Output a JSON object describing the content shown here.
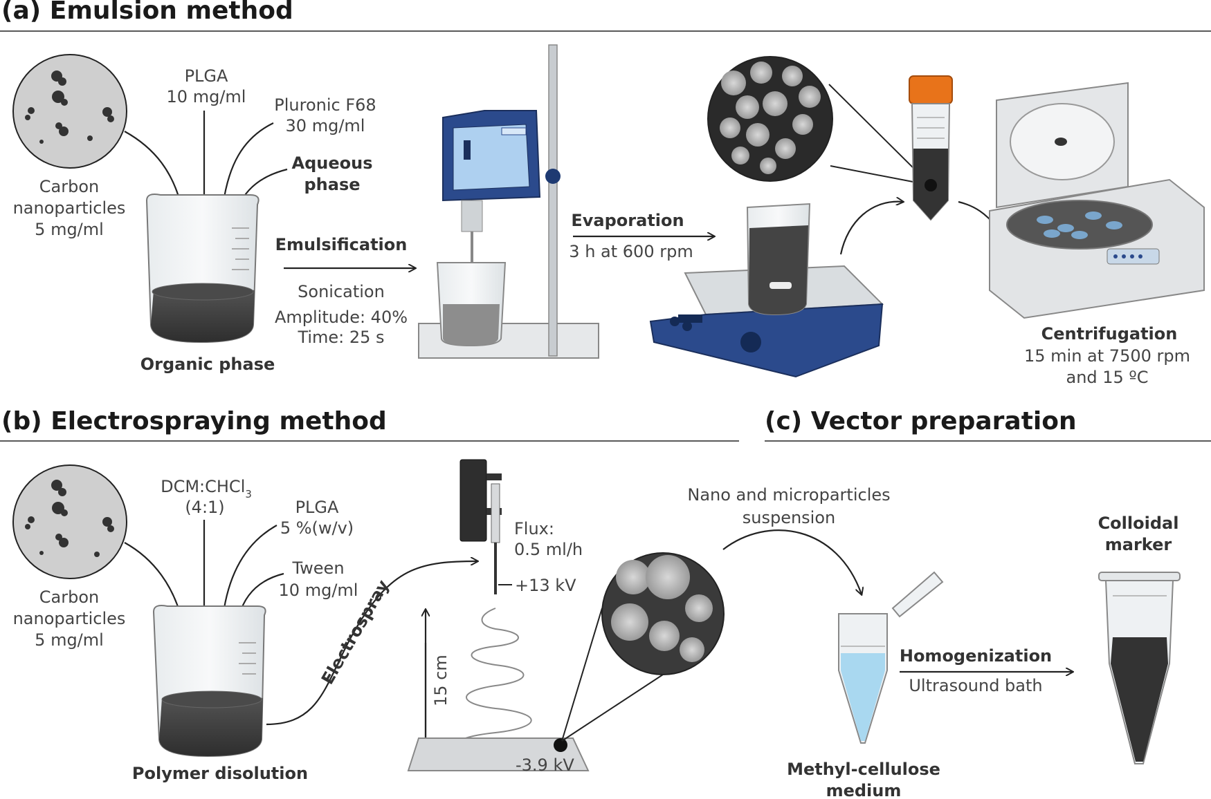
{
  "sections": {
    "a_title": "(a) Emulsion method",
    "b_title": "(b) Electrospraying method",
    "c_title": "(c) Vector preparation"
  },
  "emulsion": {
    "plga": "PLGA",
    "plga_conc": "10 mg/ml",
    "pluronic": "Pluronic F68",
    "pluronic_conc": "30 mg/ml",
    "aqueous_1": "Aqueous",
    "aqueous_2": "phase",
    "carbon_1": "Carbon",
    "carbon_2": "nanoparticles",
    "carbon_3": "5 mg/ml",
    "organic": "Organic phase",
    "emulsification": "Emulsification",
    "sonication": "Sonication",
    "amplitude": "Amplitude: 40%",
    "time": "Time: 25 s",
    "evaporation": "Evaporation",
    "evap_detail": "3 h at 600 rpm",
    "centrifugation": "Centrifugation",
    "centri_1": "15 min at 7500 rpm",
    "centri_2": "and 15 ºC"
  },
  "electro": {
    "solvent": "DCM:CHCl",
    "solvent_sub": "3",
    "ratio": "(4:1)",
    "plga": "PLGA",
    "plga_conc": "5 %(w/v)",
    "tween": "Tween",
    "tween_conc": "10 mg/ml",
    "carbon_1": "Carbon",
    "carbon_2": "nanoparticles",
    "carbon_3": "5 mg/ml",
    "polymer": "Polymer disolution",
    "electrospray": "Electrospray",
    "flux_1": "Flux:",
    "flux_2": "0.5 ml/h",
    "voltage_pos": "+13 kV",
    "voltage_neg": "-3.9 kV",
    "distance": "15 cm"
  },
  "vector": {
    "suspension_1": "Nano and microparticles",
    "suspension_2": "suspension",
    "homogenization": "Homogenization",
    "ultrasound": "Ultrasound bath",
    "medium_1": "Methyl-cellulose",
    "medium_2": "medium",
    "marker_1": "Colloidal",
    "marker_2": "marker"
  },
  "colors": {
    "beaker_liquid": "#3a3a3a",
    "device_blue": "#2b4a8c",
    "cap_orange": "#e8731a",
    "medium_blue": "#a9d8f0"
  }
}
